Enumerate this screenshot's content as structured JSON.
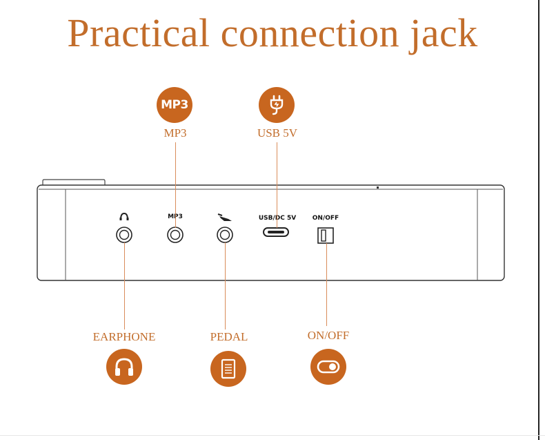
{
  "title": "Practical connection jack",
  "colors": {
    "accent": "#c8661f",
    "line": "#d98c5a",
    "text": "#c26d2b"
  },
  "top_callouts": [
    {
      "label": "MP3",
      "icon_text": "MP3",
      "icon": "mp3-badge-icon"
    },
    {
      "label": "USB 5V",
      "icon": "plug-icon"
    }
  ],
  "bottom_callouts": [
    {
      "label": "EARPHONE",
      "icon": "headphones-icon"
    },
    {
      "label": "PEDAL",
      "icon": "pedal-icon"
    },
    {
      "label": "ON/OFF",
      "icon": "toggle-switch-icon"
    }
  ],
  "panel_labels": {
    "mp3": "MP3",
    "usb": "USB/DC 5V",
    "onoff": "ON/OFF"
  }
}
